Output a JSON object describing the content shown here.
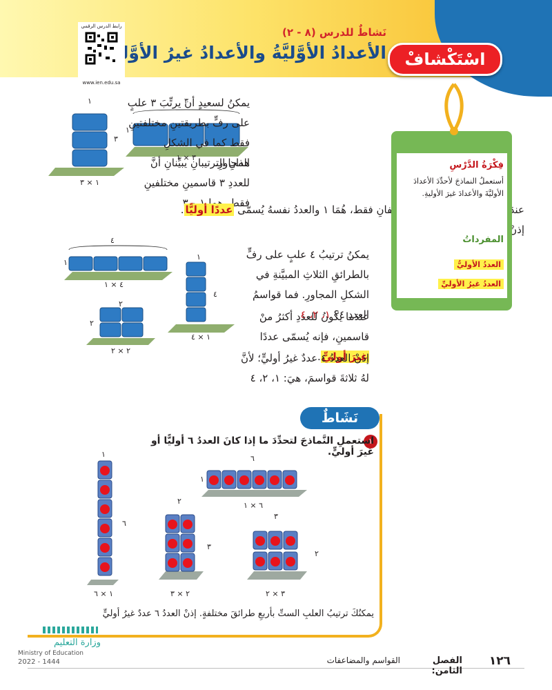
{
  "header": {
    "explore_label": "اسْتَكْشافْ",
    "lesson_code": "نَشاطٌ للدرس (٨ - ٢)",
    "title": "الأعدادُ الأوَّليَّةُ والأعدادُ غيرُ الأوَّليَّةِ",
    "qr_label": "رابط الدرس الرقمي",
    "qr_url": "www.ien.edu.sa"
  },
  "intro": {
    "p1": "يمكنُ لسعيدٍ أن يرتِّبَ ٣ علبٍ على رفٍّ بطريقتينِ مختلفتينِ فقط كما في الشكلِ المجاورِ.",
    "p2": "هذانِ الترتيبانِ يبيِّنانِ أنَّ للعددِ ٣ قاسمينِ مختلفينِ فقط، هما ١ و ٣"
  },
  "prime_def": {
    "before": "عندَما يكونُ للعددِ قاسمانِ مختلفانِ فقط، هُمَا ١ والعددُ نفسهُ يُسمّى",
    "term": "عددًا أوليًّا",
    "after": ". إذنْ العددُ ٣ عددٌ أوليٌّ."
  },
  "four_cans": {
    "p1": "يمكنُ ترتيبُ ٤ علبٍ على رفٍّ بالطرائقِ الثلاثِ المبيَّنةِ في الشكلِ المجاورِ. فما قواسمُ العددِ ٤؟",
    "answer": "١، ٢، ٤",
    "p2": "عندَما يكونُ للعددِ أكثرُ منْ قاسمينِ، فإنه يُسمّى عددًا",
    "term": "غيرَ أوليٍّ",
    "p3": "إذنْ العددُ ٤ عددٌ غيرُ أوليٍّ؛ لأنَّ لهُ ثلاثةَ قواسمَ، هيَ: ١، ٢، ٤"
  },
  "fig3": {
    "left_cap": "١ × ٣",
    "left_top": "١",
    "left_side": "٣",
    "right_top": "٣",
    "right_side": "١",
    "right_cap": "٣ × ١"
  },
  "fig4": {
    "top_num": "٤",
    "top_side": "١",
    "top_cap": "٤ × ١",
    "tower_top": "١",
    "tower_side": "٤",
    "tower_cap": "١ × ٤",
    "mid_top": "٢",
    "mid_side": "٢",
    "mid_cap": "٢ × ٢"
  },
  "sidebar": {
    "idea_title": "فِكْرَةُ الدَّرْسِ",
    "idea_text": "أستعملُ النماذجَ لأحدِّدَ الأعدادَ الأوليَّةَ والأعدادَ غيرَ الأوليةِ.",
    "vocab_title": "المفرداتُ",
    "vocab": [
      "العددُ الأوليُّ",
      "العددُ غيرُ الأوليِّ"
    ]
  },
  "activity": {
    "label": "نَشَاطٌ",
    "step_num": "١",
    "instruction": "استعملِ النَّماذجَ لتحدِّدَ ما إذا كانَ العددُ ٦ أوليًّا أو غيرَ أوليٍّ.",
    "conclusion": "يمكنُكَ ترتيبُ العلبِ الستِّ بأربعِ طرائقَ مختلفةٍ. إذنْ العددُ ٦ عددٌ غيرُ أوليٍّ",
    "fig": {
      "tall_top": "١",
      "tall_side": "٦",
      "tall_cap": "١ × ٦",
      "two_top": "٢",
      "two_side": "٣",
      "two_cap": "٢ × ٣",
      "three_top": "٣",
      "three_side": "٢",
      "three_cap": "٣ × ٢",
      "row_top": "٦",
      "row_side": "١",
      "row_cap": "٦ × ١"
    }
  },
  "footer": {
    "page_num": "١٢٦",
    "chapter": "الفصل الثامن:",
    "chapter_title": "القواسم والمضاعفات",
    "ministry_ar": "وزارة التعليم",
    "ministry_en": "Ministry of Education",
    "year": "2022 - 1444"
  }
}
